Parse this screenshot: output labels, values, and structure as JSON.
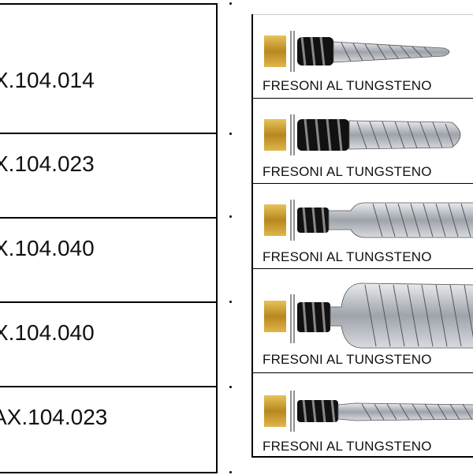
{
  "codes": [
    {
      "text": "X.104.014"
    },
    {
      "text": "X.104.023"
    },
    {
      "text": "X.104.040"
    },
    {
      "text": "X.104.040"
    },
    {
      "text": "AX.104.023"
    }
  ],
  "products": [
    {
      "label": "FRESONI AL TUNGSTENO",
      "icon": "tapered-carbide-bur-icon"
    },
    {
      "label": "FRESONI AL TUNGSTENO",
      "icon": "flame-carbide-bur-icon"
    },
    {
      "label": "FRESONI AL TUNGSTENO",
      "icon": "cylinder-carbide-bur-icon"
    },
    {
      "label": "FRESONI AL TUNGSTENO",
      "icon": "large-flame-carbide-bur-icon"
    },
    {
      "label": "FRESONI AL TUNGSTENO",
      "icon": "thin-carbide-bur-icon"
    }
  ],
  "colors": {
    "gold": "#c8a033",
    "steel": "#b8bcc2",
    "black": "#111111"
  }
}
